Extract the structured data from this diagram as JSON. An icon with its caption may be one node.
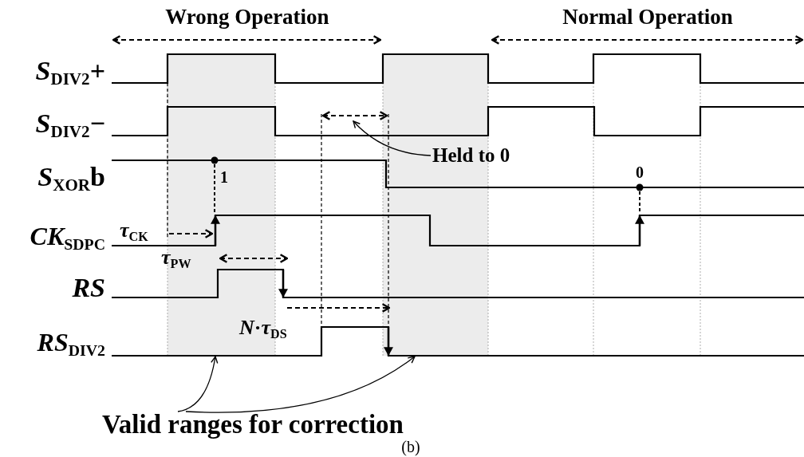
{
  "diagram": {
    "nodes": [
      {
        "text": [
          "Valid ranges for correction"
        ]
      },
      {
        "text": [],
        "shape": "box"
      },
      {
        "text": [],
        "shape": "box"
      },
      {
        "text": [
          "Held to 0"
        ]
      }
    ],
    "edges": [
      {
        "from": 0,
        "to": 1,
        "arrow": "to"
      },
      {
        "from": 0,
        "to": 2,
        "arrow": "to"
      },
      {
        "from": 3,
        "to": null,
        "arrow": "to"
      }
    ],
    "labels": [
      "Wrong Operation",
      "Normal Operation",
      "*S*$_{DIV2}$+",
      "*S*$_{DIV2}$−",
      "*S*$_{XOR}$b",
      "1",
      "0",
      "*CK*$_{SDPC}$",
      "*τ*$_{CK}$",
      "*τ*$_{PW}$",
      "*RS*",
      "*N*·*τ*$_{DS}$",
      "*RS*$_{DIV2}$",
      "(b)"
    ]
  }
}
